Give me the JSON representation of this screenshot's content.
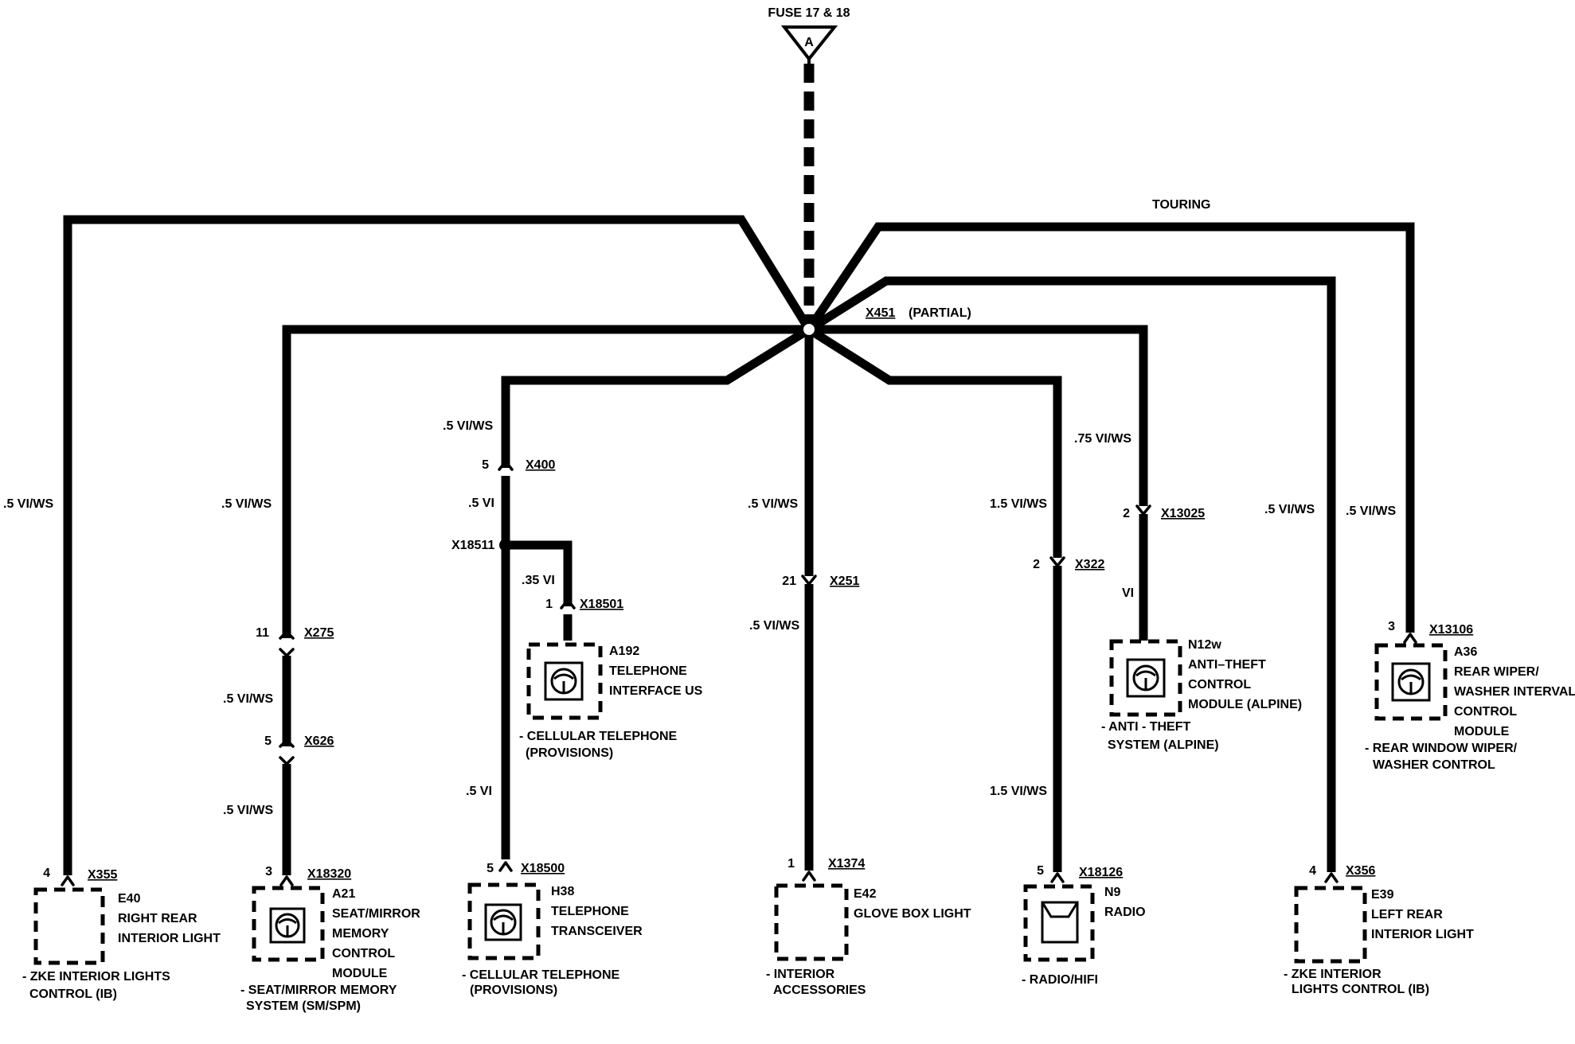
{
  "fuse": {
    "label": "FUSE 17 & 18",
    "connector": "A"
  },
  "splice": {
    "id": "X451",
    "note": "(PARTIAL)"
  },
  "touring_label": "TOURING",
  "wire_labels": {
    "w1": ".5 VI/WS",
    "w2a": ".5 VI/WS",
    "w2b": ".5 VI/WS",
    "w2c": ".5 VI/WS",
    "w3a": ".5 VI/WS",
    "w3b": ".5 VI",
    "w3c": ".5 VI",
    "w3branch": ".35 VI",
    "w4a": ".5 VI/WS",
    "w4b": ".5 VI/WS",
    "w5a": "1.5 VI/WS",
    "w5b": "1.5 VI/WS",
    "w6a": ".75 VI/WS",
    "w6b": "VI",
    "w7": ".5 VI/WS",
    "w8": ".5 VI/WS"
  },
  "connectors": {
    "x355": {
      "id": "X355",
      "pin": "4"
    },
    "x275": {
      "id": "X275",
      "pin": "11"
    },
    "x626": {
      "id": "X626",
      "pin": "5"
    },
    "x18320": {
      "id": "X18320",
      "pin": "3"
    },
    "x400": {
      "id": "X400",
      "pin": "5"
    },
    "x18511": {
      "id": "X18511"
    },
    "x18501": {
      "id": "X18501",
      "pin": "1"
    },
    "x18500": {
      "id": "X18500",
      "pin": "5"
    },
    "x251": {
      "id": "X251",
      "pin": "21"
    },
    "x1374": {
      "id": "X1374",
      "pin": "1"
    },
    "x322": {
      "id": "X322",
      "pin": "2"
    },
    "x18126": {
      "id": "X18126",
      "pin": "5"
    },
    "x13025": {
      "id": "X13025",
      "pin": "2"
    },
    "x356": {
      "id": "X356",
      "pin": "4"
    },
    "x13106": {
      "id": "X13106",
      "pin": "3"
    }
  },
  "components": {
    "e40": {
      "lines": [
        "E40",
        "RIGHT REAR",
        "INTERIOR LIGHT"
      ],
      "system": [
        "- ZKE INTERIOR LIGHTS",
        "CONTROL (IB)"
      ]
    },
    "a21": {
      "lines": [
        "A21",
        "SEAT/MIRROR",
        "MEMORY",
        "CONTROL",
        "MODULE"
      ],
      "system": [
        "- SEAT/MIRROR MEMORY",
        "SYSTEM (SM/SPM)"
      ]
    },
    "a192": {
      "lines": [
        "A192",
        "TELEPHONE",
        "INTERFACE US"
      ],
      "system": [
        "- CELLULAR TELEPHONE",
        "(PROVISIONS)"
      ]
    },
    "h38": {
      "lines": [
        "H38",
        "TELEPHONE",
        "TRANSCEIVER"
      ],
      "system": [
        "- CELLULAR TELEPHONE",
        "(PROVISIONS)"
      ]
    },
    "e42": {
      "lines": [
        "E42",
        "GLOVE BOX LIGHT"
      ],
      "system": [
        "- INTERIOR",
        "ACCESSORIES"
      ]
    },
    "n9": {
      "lines": [
        "N9",
        "RADIO"
      ],
      "system": [
        "- RADIO/HIFI"
      ]
    },
    "n12w": {
      "lines": [
        "N12w",
        "ANTI–THEFT",
        "CONTROL",
        "MODULE (ALPINE)"
      ],
      "system": [
        "- ANTI - THEFT",
        "SYSTEM (ALPINE)"
      ]
    },
    "e39": {
      "lines": [
        "E39",
        "LEFT REAR",
        "INTERIOR LIGHT"
      ],
      "system": [
        "- ZKE INTERIOR",
        "LIGHTS CONTROL (IB)"
      ]
    },
    "a36": {
      "lines": [
        "A36",
        "REAR WIPER/",
        "WASHER INTERVAL",
        "CONTROL",
        "MODULE"
      ],
      "system": [
        "- REAR WINDOW WIPER/",
        "WASHER CONTROL"
      ]
    }
  }
}
